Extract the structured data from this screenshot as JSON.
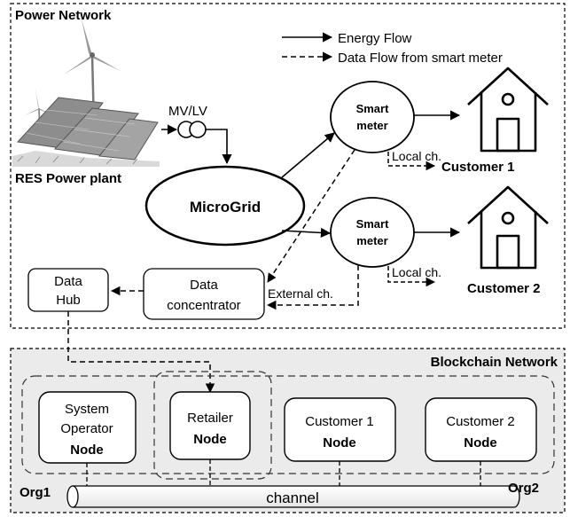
{
  "power_network": {
    "title": "Power Network",
    "legend": {
      "energy_flow": "Energy Flow",
      "data_flow": "Data Flow from smart meter"
    },
    "res_plant_label": "RES Power plant",
    "transformer_label": "MV/LV",
    "microgrid_label": "MicroGrid",
    "smart_meter_1": {
      "line1": "Smart",
      "line2": "meter"
    },
    "smart_meter_2": {
      "line1": "Smart",
      "line2": "meter"
    },
    "local_channel_1": "Local ch.",
    "local_channel_2": "Local ch.",
    "external_channel": "External ch.",
    "customer_1": "Customer 1",
    "customer_2": "Customer 2",
    "data_concentrator": {
      "line1": "Data",
      "line2": "concentrator"
    },
    "data_hub": {
      "line1": "Data",
      "line2": "Hub"
    }
  },
  "blockchain_network": {
    "title": "Blockchain Network",
    "nodes": {
      "system_operator": {
        "line1": "System",
        "line2": "Operator",
        "line3": "Node"
      },
      "retailer": {
        "line1": "Retailer",
        "line2": "Node"
      },
      "customer_1": {
        "line1": "Customer 1",
        "line2": "Node"
      },
      "customer_2": {
        "line1": "Customer 2",
        "line2": "Node"
      }
    },
    "org1": "Org1",
    "org2": "Org2",
    "channel": "channel"
  }
}
